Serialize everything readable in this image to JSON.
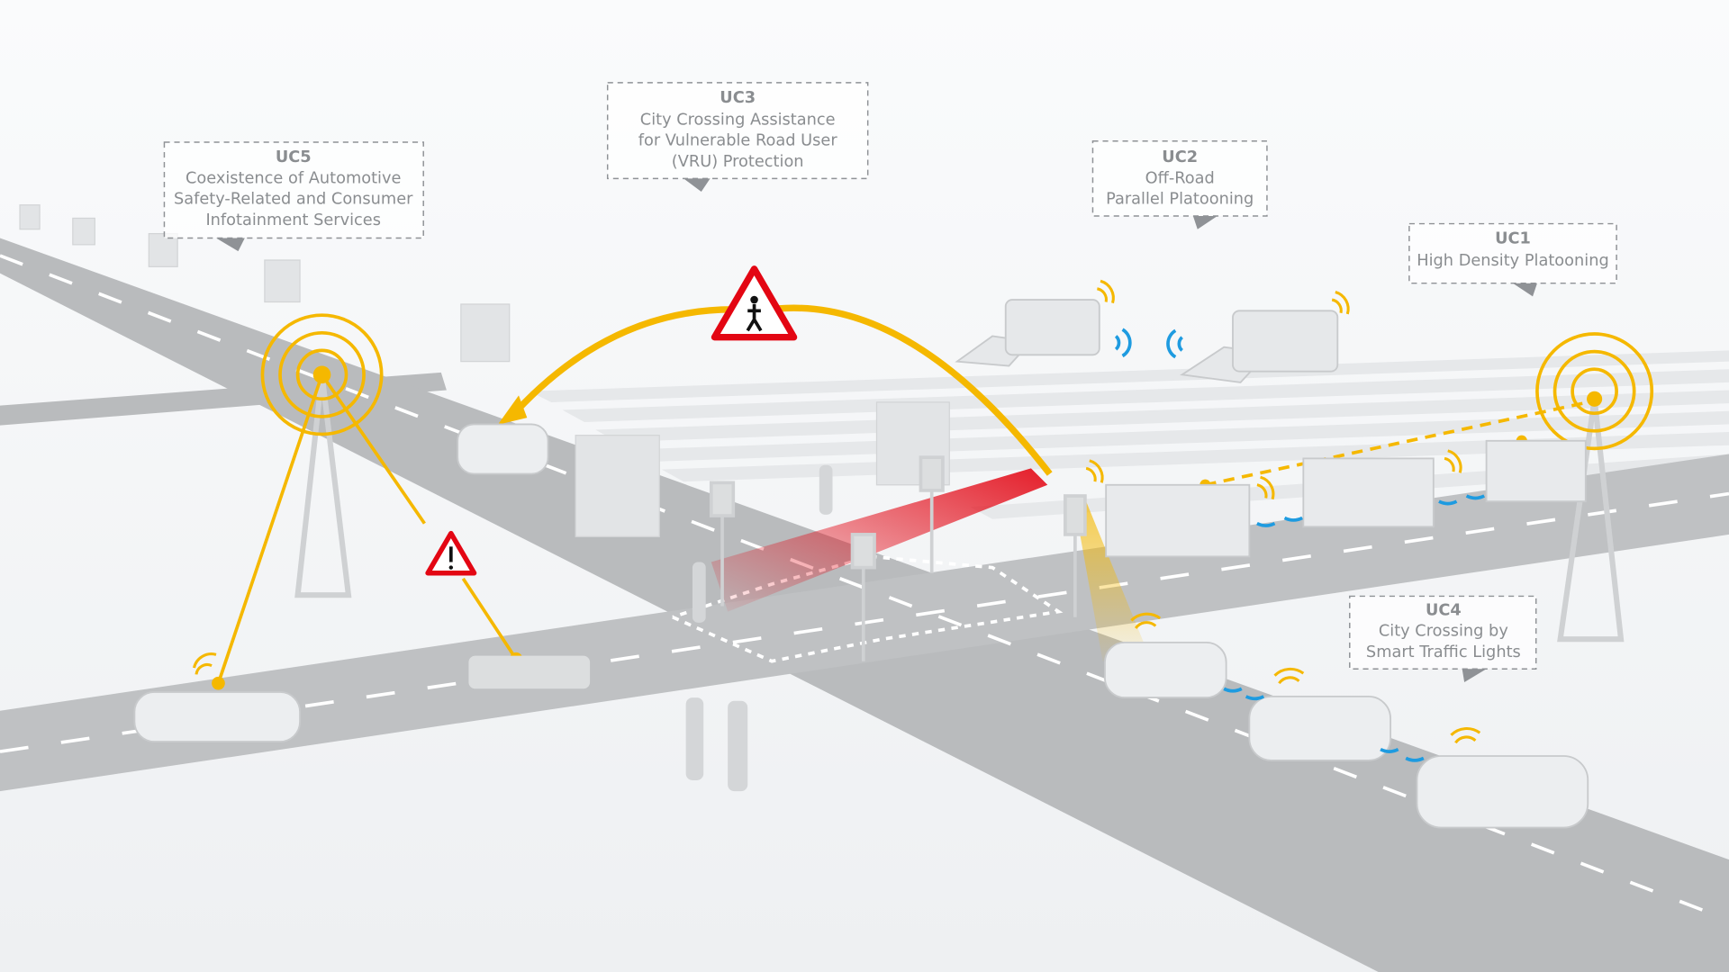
{
  "labels": {
    "uc5": {
      "id": "UC5",
      "lines": [
        "Coexistence of Automotive",
        "Safety-Related and Consumer",
        "Infotainment Services"
      ]
    },
    "uc3": {
      "id": "UC3",
      "lines": [
        "City Crossing Assistance",
        "for Vulnerable Road User",
        "(VRU) Protection"
      ]
    },
    "uc2": {
      "id": "UC2",
      "lines": [
        "Off-Road",
        "Parallel Platooning"
      ]
    },
    "uc1": {
      "id": "UC1",
      "lines": [
        "High Density Platooning"
      ]
    },
    "uc4": {
      "id": "UC4",
      "lines": [
        "City Crossing by",
        "Smart Traffic Lights"
      ]
    }
  },
  "colors": {
    "signal": "#f5b800",
    "v2v": "#1e9be0",
    "warning": "#e30613",
    "road": "#b9bbbd"
  },
  "icons": [
    "pedestrian-warning-icon",
    "hazard-warning-icon",
    "antenna-tower-icon",
    "wireless-signal-icon"
  ]
}
